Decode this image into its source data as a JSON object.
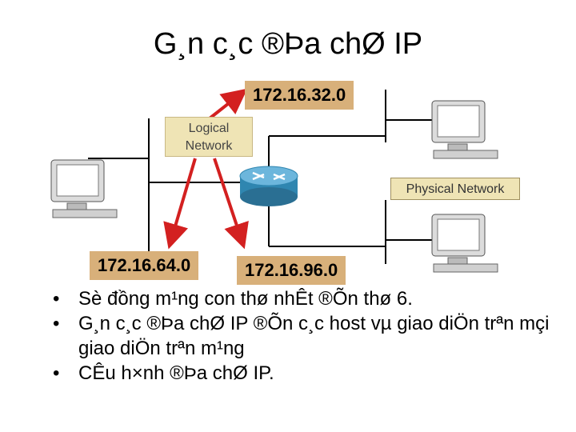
{
  "title": "G¸n c¸c ®Þa chØ IP",
  "diagram": {
    "logical_label": "Logical Network",
    "physical_label": "Physical Network",
    "net_top": "172.16.32.0",
    "net_left": "172.16.64.0",
    "net_mid": "172.16.96.0",
    "icons": [
      "router-icon",
      "computer-icon",
      "arrow-icon"
    ],
    "colors": {
      "label_bg": "#d8b07a",
      "tag_bg": "#efe4b5",
      "arrow": "#d32020",
      "router": "#2f86b0"
    }
  },
  "bullets": [
    "Sè đồng m¹ng con thø nhÊt ®Õn thø 6.",
    "G¸n c¸c ®Þa chØ IP ®Õn c¸c host vµ giao diÖn trªn mçi giao diÖn trªn m¹ng",
    "CÊu h×nh ®Þa chØ IP."
  ]
}
